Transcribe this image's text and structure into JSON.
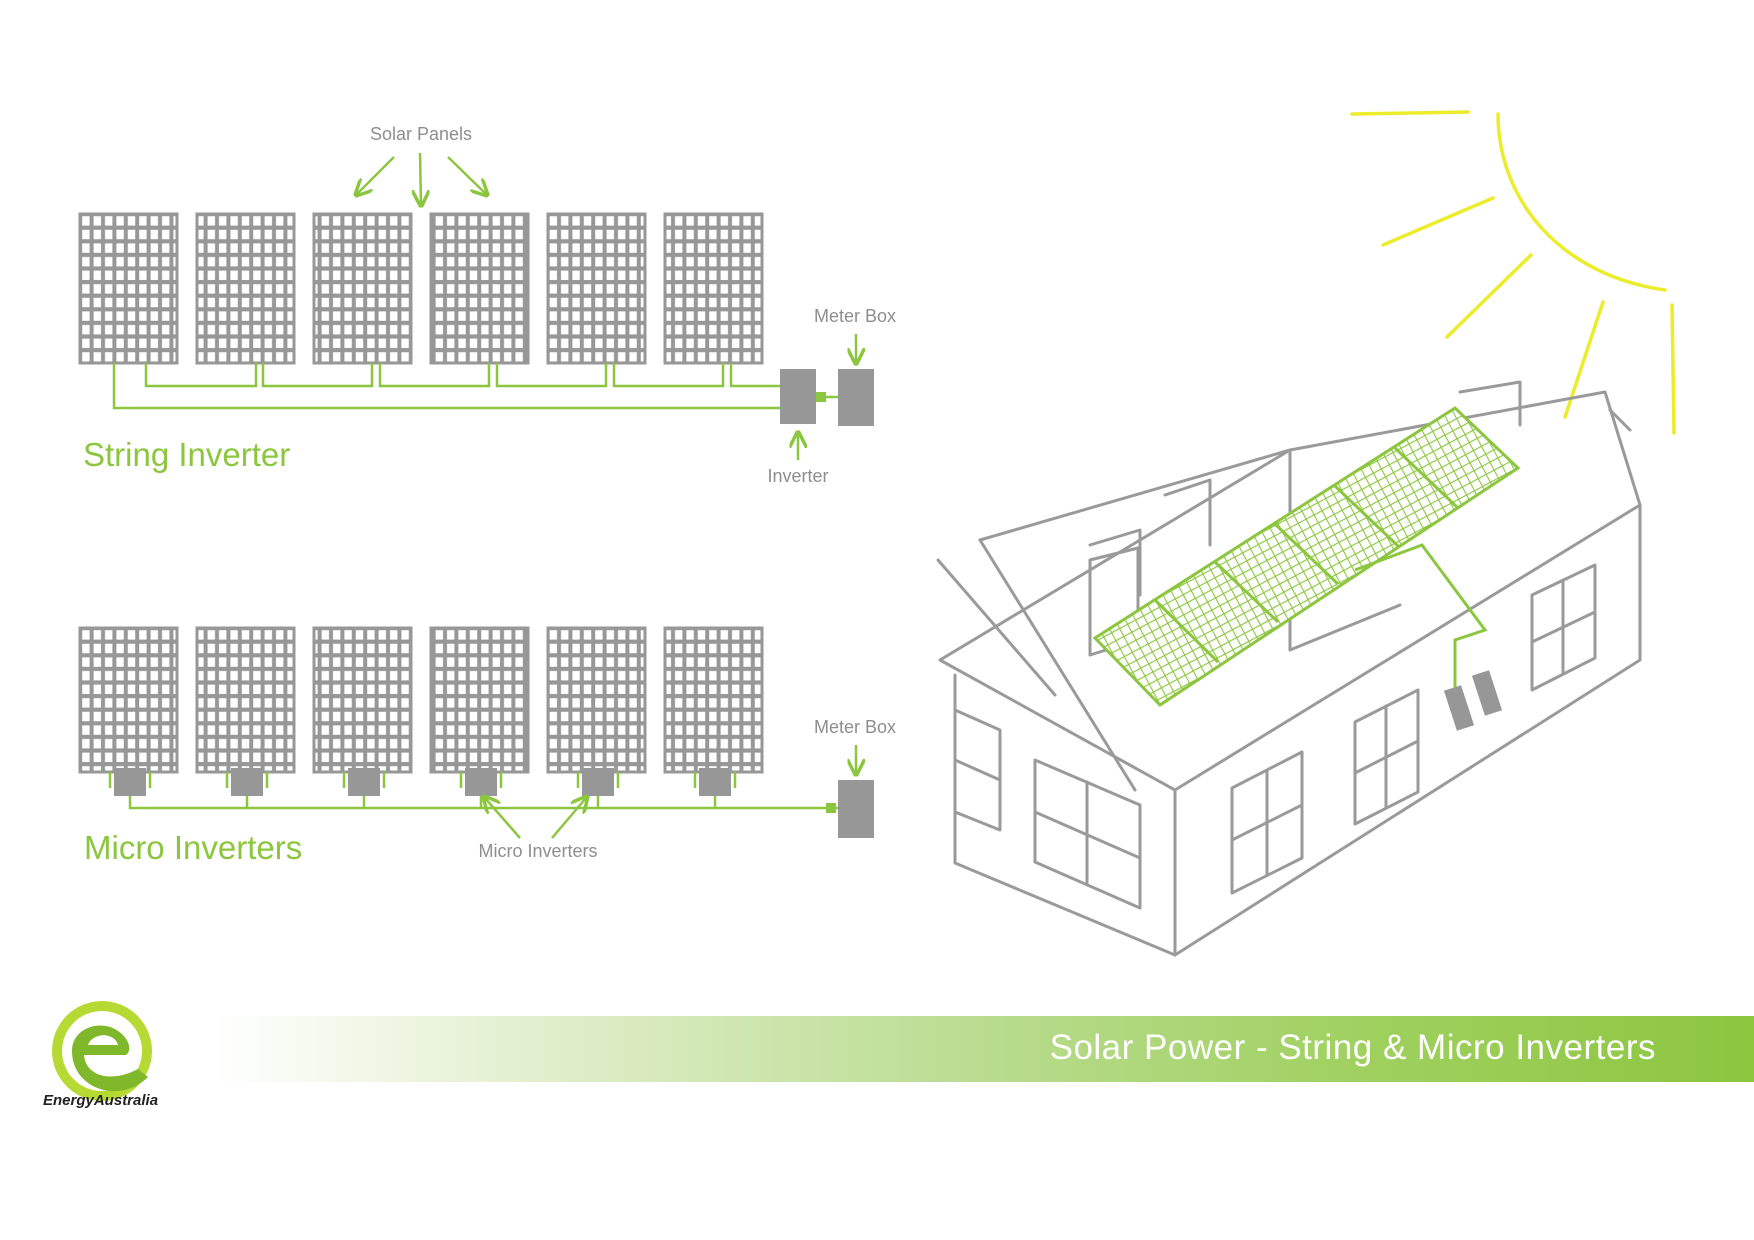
{
  "labels": {
    "solar_panels": "Solar Panels",
    "meter_box_top": "Meter Box",
    "inverter": "Inverter",
    "string_inverter": "String Inverter",
    "meter_box_bottom": "Meter Box",
    "micro_inverters_title": "Micro Inverters",
    "micro_inverters_label": "Micro Inverters"
  },
  "banner": {
    "title": "Solar Power - String & Micro Inverters"
  },
  "brand": {
    "wordmark": "EnergyAustralia"
  },
  "colors": {
    "green": "#8cc63f",
    "gray": "#8e8e8e",
    "panel_gray": "#979797",
    "sun_yellow": "#ecec2a",
    "banner_green": "#8cc63f"
  },
  "diagram": {
    "panels_per_row": 6,
    "rows": [
      "string-inverter",
      "micro-inverters"
    ]
  }
}
